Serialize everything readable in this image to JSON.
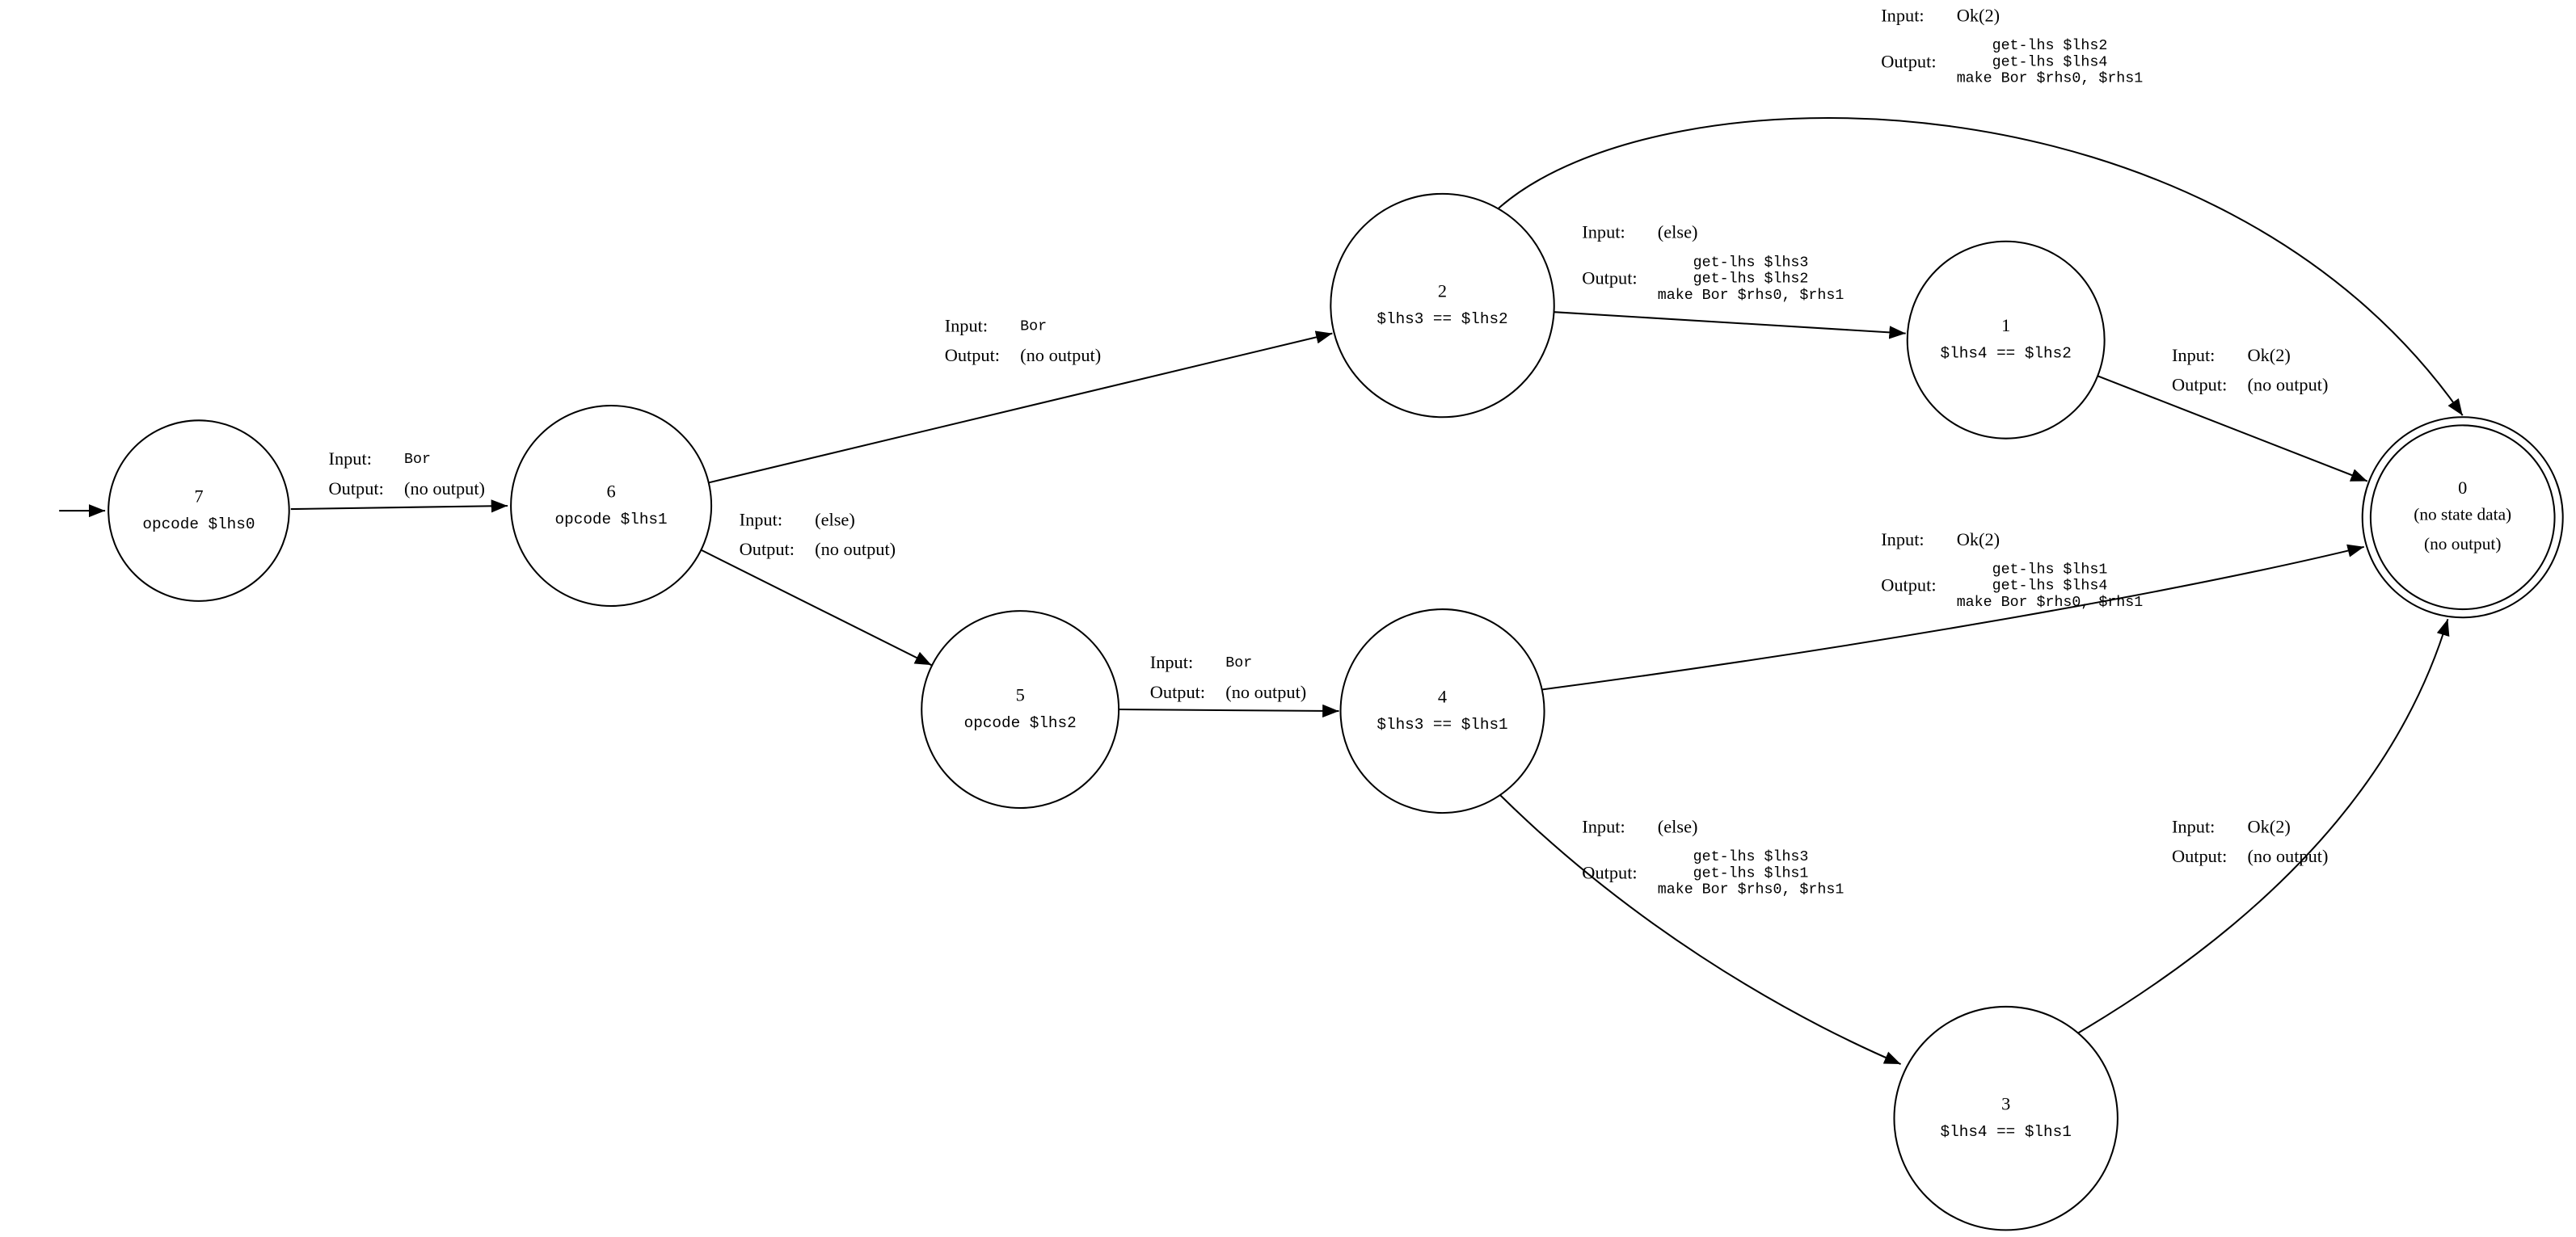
{
  "labels": {
    "input_label": "Input:",
    "output_label": "Output:"
  },
  "nodes": [
    {
      "id": "7",
      "sub": "opcode $lhs0"
    },
    {
      "id": "6",
      "sub": "opcode $lhs1"
    },
    {
      "id": "5",
      "sub": "opcode $lhs2"
    },
    {
      "id": "2",
      "sub": "$lhs3 == $lhs2"
    },
    {
      "id": "4",
      "sub": "$lhs3 == $lhs1"
    },
    {
      "id": "1",
      "sub": "$lhs4 == $lhs2"
    },
    {
      "id": "3",
      "sub": "$lhs4 == $lhs1"
    },
    {
      "id": "0",
      "sub": "(no state data)",
      "sub2": "(no output)"
    }
  ],
  "edges": [
    {
      "from": "7",
      "to": "6",
      "input": "Bor",
      "output": "(no output)"
    },
    {
      "from": "6",
      "to": "2",
      "input": "Bor",
      "output": "(no output)"
    },
    {
      "from": "6",
      "to": "5",
      "input": "(else)",
      "output": "(no output)"
    },
    {
      "from": "2",
      "to": "0",
      "input": "Ok(2)",
      "output_lines": [
        "get-lhs $lhs2",
        "get-lhs $lhs4",
        "make Bor $rhs0, $rhs1"
      ]
    },
    {
      "from": "2",
      "to": "1",
      "input": "(else)",
      "output_lines": [
        "get-lhs $lhs3",
        "get-lhs $lhs2",
        "make Bor $rhs0, $rhs1"
      ]
    },
    {
      "from": "1",
      "to": "0",
      "input": "Ok(2)",
      "output": "(no output)"
    },
    {
      "from": "5",
      "to": "4",
      "input": "Bor",
      "output": "(no output)"
    },
    {
      "from": "4",
      "to": "0",
      "input": "Ok(2)",
      "output_lines": [
        "get-lhs $lhs1",
        "get-lhs $lhs4",
        "make Bor $rhs0, $rhs1"
      ]
    },
    {
      "from": "4",
      "to": "3",
      "input": "(else)",
      "output_lines": [
        "get-lhs $lhs3",
        "get-lhs $lhs1",
        "make Bor $rhs0, $rhs1"
      ]
    },
    {
      "from": "3",
      "to": "0",
      "input": "Ok(2)",
      "output": "(no output)"
    }
  ]
}
